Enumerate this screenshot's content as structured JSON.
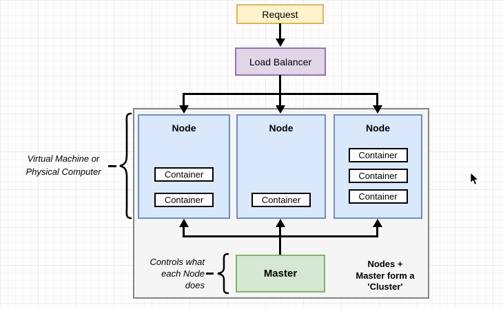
{
  "request": {
    "label": "Request"
  },
  "load_balancer": {
    "label": "Load Balancer"
  },
  "cluster": {
    "nodes": [
      {
        "label": "Node",
        "containers": [
          "Container",
          "Container"
        ]
      },
      {
        "label": "Node",
        "containers": [
          "Container"
        ]
      },
      {
        "label": "Node",
        "containers": [
          "Container",
          "Container",
          "Container"
        ]
      }
    ],
    "master": {
      "label": "Master"
    },
    "note": {
      "lines": [
        "Nodes +",
        "Master form a",
        "'Cluster'"
      ]
    }
  },
  "annotations": {
    "vm": {
      "lines": [
        "Virtual Machine or",
        "Physical Computer"
      ]
    },
    "controls": {
      "lines": [
        "Controls what",
        "each Node",
        "does"
      ]
    }
  },
  "colors": {
    "request_fill": "#fff2cc",
    "request_border": "#d6b656",
    "load_balancer_fill": "#e1d5e7",
    "load_balancer_border": "#9673a6",
    "node_fill": "#dae8fc",
    "node_border": "#6c8ebf",
    "master_fill": "#d5e8d4",
    "master_border": "#82b366",
    "cluster_fill": "#f5f5f5",
    "cluster_border": "#848484",
    "container_fill": "#ffffff",
    "container_border": "#000000",
    "arrow": "#000000"
  }
}
